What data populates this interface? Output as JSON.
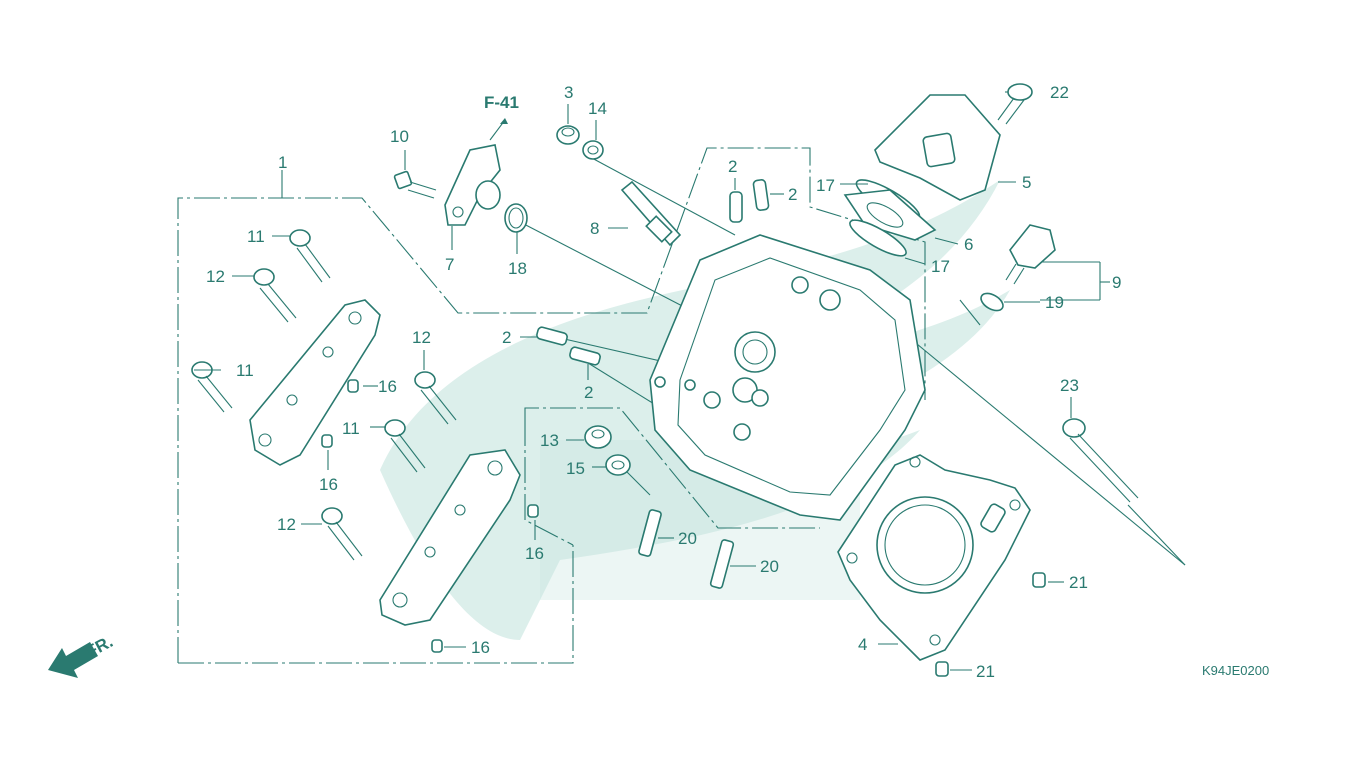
{
  "diagram": {
    "ref_link": "F-41",
    "fr_label": "FR.",
    "figure_code": "K94JE0200",
    "callouts": {
      "c1": "1",
      "c2a": "2",
      "c2b": "2",
      "c2c": "2",
      "c2d": "2",
      "c3": "3",
      "c4": "4",
      "c5": "5",
      "c6": "6",
      "c7": "7",
      "c8": "8",
      "c9": "9",
      "c10": "10",
      "c11a": "11",
      "c11b": "11",
      "c11c": "11",
      "c12a": "12",
      "c12b": "12",
      "c12c": "12",
      "c13": "13",
      "c14": "14",
      "c15": "15",
      "c16a": "16",
      "c16b": "16",
      "c16c": "16",
      "c16d": "16",
      "c17a": "17",
      "c17b": "17",
      "c18": "18",
      "c19": "19",
      "c20a": "20",
      "c20b": "20",
      "c21a": "21",
      "c21b": "21",
      "c22": "22",
      "c23": "23"
    },
    "colors": {
      "line": "#2a7a70",
      "watermark": "#dcefeb"
    },
    "icons": {
      "direction": "arrow-front-icon"
    }
  }
}
